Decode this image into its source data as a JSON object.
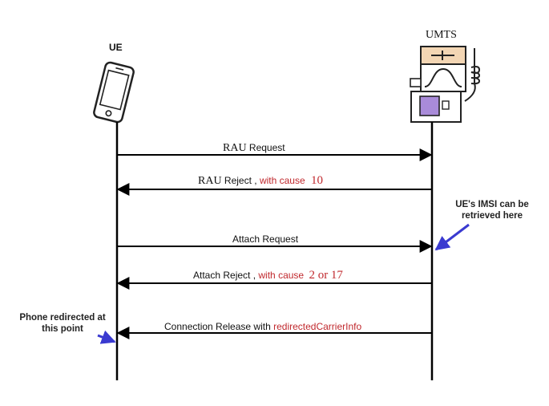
{
  "participants": {
    "ue": {
      "label": "UE"
    },
    "umts": {
      "label": "UMTS"
    }
  },
  "messages": [
    {
      "direction": "ue-to-network",
      "parts": [
        "RAU",
        "Request"
      ]
    },
    {
      "direction": "network-to-ue",
      "parts": [
        "RAU",
        "Reject ,",
        "with cause",
        "10"
      ]
    },
    {
      "direction": "ue-to-network",
      "parts": [
        "Attach Request"
      ]
    },
    {
      "direction": "network-to-ue",
      "parts": [
        "Attach Reject ,",
        "with cause",
        "2 or 17"
      ]
    },
    {
      "direction": "network-to-ue",
      "parts": [
        "Connection Release with",
        "redirectedCarrierInfo"
      ]
    }
  ],
  "annotations": {
    "imsi_note": "UE's IMSI can be retrieved here",
    "redirect_note": "Phone redirected at this point"
  },
  "colors": {
    "line": "#000000",
    "highlight_text": "#c0282d",
    "pointer_arrow": "#3a3ad0",
    "tower_body": "#f3d6b4",
    "tower_screen": "#a98bd9"
  },
  "icons": {
    "ue": "mobile-phone-icon",
    "umts": "base-station-icon"
  }
}
